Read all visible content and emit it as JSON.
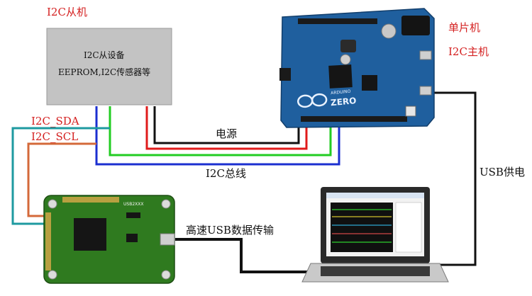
{
  "labels": {
    "slave_title": "I2C从机",
    "slave_device_line1": "I2C从设备",
    "slave_device_line2": "EEPROM,I2C传感器等",
    "mcu_line1": "单片机",
    "mcu_line2": "I2C主机",
    "sda": "I2C_SDA",
    "scl": "I2C_SCL",
    "power": "电源",
    "i2c_bus": "I2C总线",
    "usb_power": "USB供电",
    "usb_transfer": "高速USB数据传输",
    "adapter_name": "USB2XXX",
    "arduino_brand": "ARDUINO",
    "arduino_model": "ZERO"
  },
  "colors": {
    "label_red": "#d42020",
    "wire_black": "#111111",
    "wire_red": "#e01b1b",
    "wire_green": "#22cc22",
    "wire_blue": "#1b2fd0",
    "wire_teal": "#1e9aa0",
    "wire_orange": "#d4693a",
    "slave_box_fill": "#c3c3c3",
    "arduino_board": "#1f5f9e",
    "adapter_board": "#2f7a1f"
  },
  "icons": {
    "arduino_logo": "arduino-infinity-icon",
    "usb_connector": "usb-connector-icon",
    "laptop": "laptop-icon"
  }
}
